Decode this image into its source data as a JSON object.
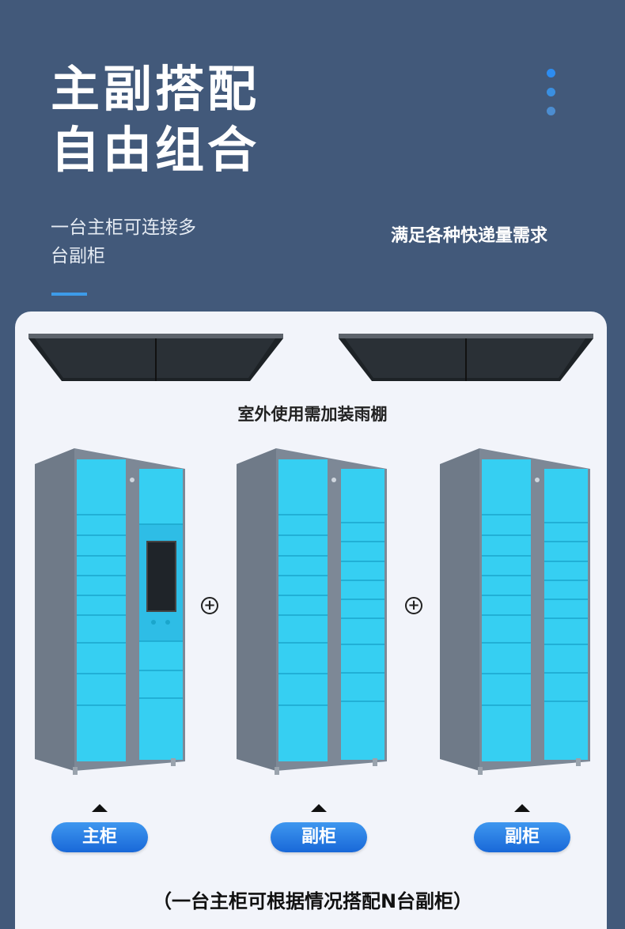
{
  "header": {
    "title_line1": "主副搭配",
    "title_line2": "自由组合",
    "subtitle_left_line1": "一台主柜可连接多",
    "subtitle_left_line2": "台副柜",
    "subtitle_right": "满足各种快递量需求"
  },
  "main": {
    "canopy_note": "室外使用需加装雨棚",
    "plus_symbol": "+",
    "labels": [
      "主柜",
      "副柜",
      "副柜"
    ],
    "footer_note": "（一台主柜可根据情况搭配N台副柜）"
  },
  "colors": {
    "background": "#42597a",
    "card": "#f2f4fa",
    "accent": "#3d9be9",
    "locker_door": "#38d8f9",
    "cabinet_frame": "#7d8896",
    "button": "#1968d8"
  },
  "icons": [
    "canopy-icon",
    "cabinet-illustration",
    "plus-icon",
    "triangle-up-icon",
    "screen-icon"
  ]
}
